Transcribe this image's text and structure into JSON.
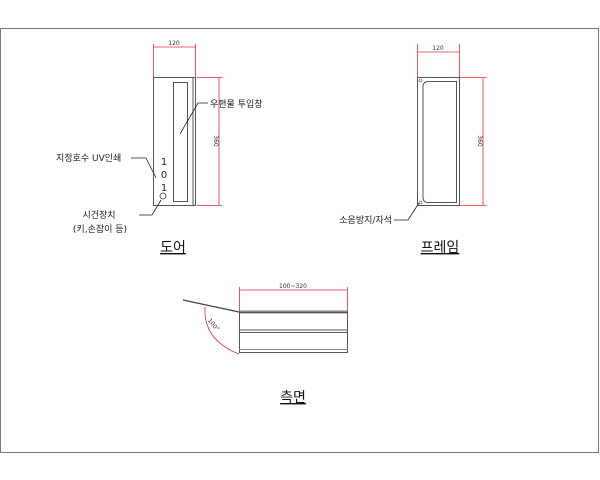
{
  "door": {
    "title": "도어",
    "width_dim": "120",
    "height_dim": "360",
    "slot_note": "우편물 투입창",
    "uv_note": "지정호수 UV인쇄",
    "room_number": [
      "1",
      "0",
      "1"
    ],
    "lock_note_line1": "시건장치",
    "lock_note_line2": "(키,손잡이 등)"
  },
  "frame": {
    "title": "프레임",
    "width_dim": "120",
    "height_dim": "360",
    "magnet_note": "소음방지/자석"
  },
  "side": {
    "title": "측면",
    "depth_dim": "100~320",
    "angle_dim": "100°"
  }
}
